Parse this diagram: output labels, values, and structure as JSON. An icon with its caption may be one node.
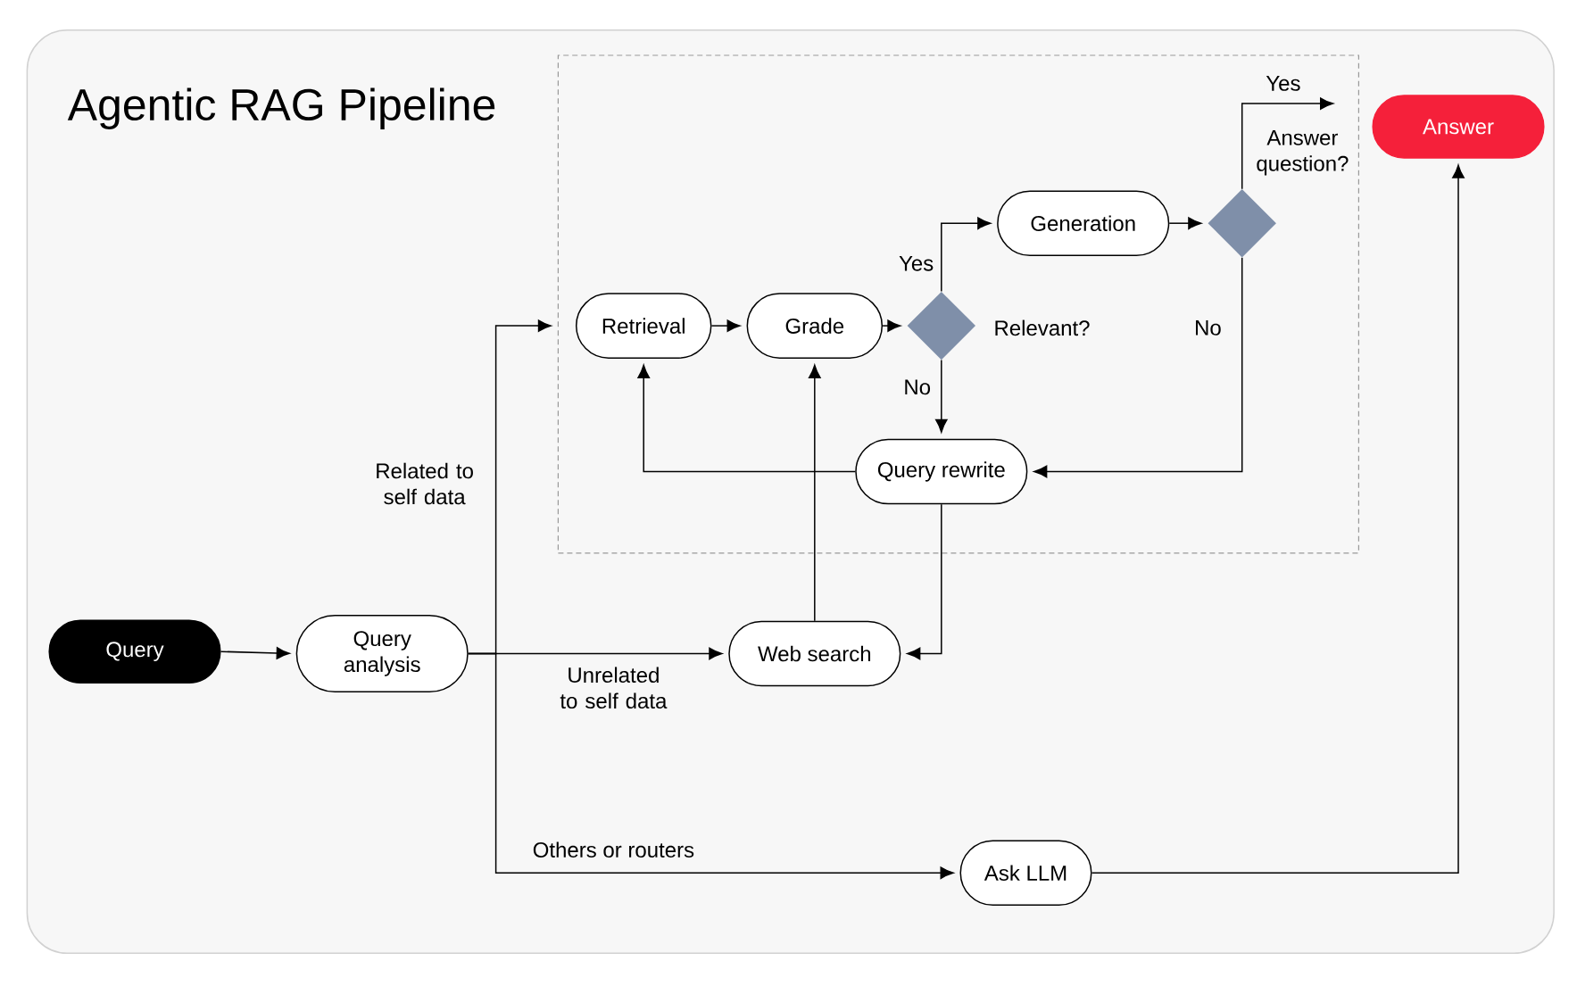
{
  "diagram": {
    "title": "Agentic RAG Pipeline",
    "nodes": [
      {
        "text": [
          "Query"
        ]
      },
      {
        "text": [
          "Query analysis"
        ]
      },
      {
        "text": [],
        "shape": "box"
      },
      {
        "text": [
          "Retrieval"
        ],
        "in": 2
      },
      {
        "text": [
          "Grade"
        ],
        "in": 2
      },
      {
        "text": [],
        "shape": "diamond",
        "beside": [
          "Relevant?"
        ],
        "in": 2
      },
      {
        "text": [
          "Generation"
        ],
        "in": 2
      },
      {
        "text": [],
        "shape": "diamond",
        "beside": [
          "Answer question?"
        ],
        "in": 2
      },
      {
        "text": [
          "Query rewrite"
        ],
        "in": 2
      },
      {
        "text": [
          "Web search"
        ]
      },
      {
        "text": [
          "Ask LLM"
        ]
      },
      {
        "text": [
          "Answer"
        ]
      }
    ],
    "edges": [
      {
        "from": 0,
        "to": 1,
        "arrow": "to"
      },
      {
        "from": 1,
        "to": 2,
        "arrow": "to",
        "label": "Related to self data"
      },
      {
        "from": 1,
        "to": 9,
        "arrow": "to",
        "label": "Unrelated to self data"
      },
      {
        "from": 1,
        "to": 10,
        "arrow": "to",
        "label": "Others or routers"
      },
      {
        "from": 3,
        "to": 4,
        "arrow": "to"
      },
      {
        "from": 4,
        "to": 5,
        "arrow": "to"
      },
      {
        "from": 5,
        "to": 6,
        "arrow": "to",
        "label": "Yes"
      },
      {
        "from": 5,
        "to": 8,
        "arrow": "to",
        "label": "No"
      },
      {
        "from": 6,
        "to": 7,
        "arrow": "to"
      },
      {
        "from": 7,
        "to": null,
        "arrow": "to",
        "label": "Yes"
      },
      {
        "from": 7,
        "to": 8,
        "arrow": "to",
        "label": "No"
      },
      {
        "from": 8,
        "to": 3,
        "arrow": "to"
      },
      {
        "from": 8,
        "to": 9,
        "arrow": "to"
      },
      {
        "from": 9,
        "to": 4,
        "arrow": "to"
      },
      {
        "from": 10,
        "to": 11,
        "arrow": "to"
      }
    ]
  }
}
